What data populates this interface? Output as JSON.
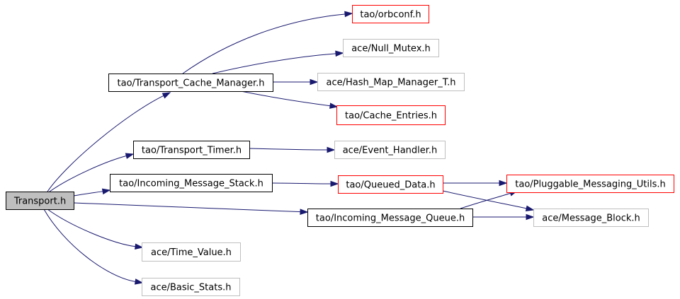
{
  "colors": {
    "edge": "#191970",
    "root_fill": "#bfbfbf",
    "normal_border": "#000000",
    "red_border": "#ff0000",
    "gray_border": "#bfbfbf"
  },
  "nodes": [
    {
      "id": "transport",
      "label": "Transport.h",
      "style": "root"
    },
    {
      "id": "tcm",
      "label": "tao/Transport_Cache_Manager.h",
      "style": "normal"
    },
    {
      "id": "timer",
      "label": "tao/Transport_Timer.h",
      "style": "normal"
    },
    {
      "id": "ims",
      "label": "tao/Incoming_Message_Stack.h",
      "style": "normal"
    },
    {
      "id": "imq",
      "label": "tao/Incoming_Message_Queue.h",
      "style": "normal"
    },
    {
      "id": "orbconf",
      "label": "tao/orbconf.h",
      "style": "red"
    },
    {
      "id": "nullmutex",
      "label": "ace/Null_Mutex.h",
      "style": "gray"
    },
    {
      "id": "hashmap",
      "label": "ace/Hash_Map_Manager_T.h",
      "style": "gray"
    },
    {
      "id": "cache",
      "label": "tao/Cache_Entries.h",
      "style": "red"
    },
    {
      "id": "evh",
      "label": "ace/Event_Handler.h",
      "style": "gray"
    },
    {
      "id": "queued",
      "label": "tao/Queued_Data.h",
      "style": "red"
    },
    {
      "id": "pmu",
      "label": "tao/Pluggable_Messaging_Utils.h",
      "style": "red"
    },
    {
      "id": "mb",
      "label": "ace/Message_Block.h",
      "style": "gray"
    },
    {
      "id": "tv",
      "label": "ace/Time_Value.h",
      "style": "gray"
    },
    {
      "id": "bs",
      "label": "ace/Basic_Stats.h",
      "style": "gray"
    }
  ],
  "edges": [
    {
      "from": "transport",
      "to": "tcm"
    },
    {
      "from": "transport",
      "to": "timer"
    },
    {
      "from": "transport",
      "to": "ims"
    },
    {
      "from": "transport",
      "to": "imq"
    },
    {
      "from": "transport",
      "to": "tv"
    },
    {
      "from": "transport",
      "to": "bs"
    },
    {
      "from": "tcm",
      "to": "orbconf"
    },
    {
      "from": "tcm",
      "to": "nullmutex"
    },
    {
      "from": "tcm",
      "to": "hashmap"
    },
    {
      "from": "tcm",
      "to": "cache"
    },
    {
      "from": "timer",
      "to": "evh"
    },
    {
      "from": "ims",
      "to": "queued"
    },
    {
      "from": "queued",
      "to": "pmu"
    },
    {
      "from": "queued",
      "to": "mb"
    },
    {
      "from": "imq",
      "to": "pmu"
    },
    {
      "from": "imq",
      "to": "mb"
    }
  ]
}
